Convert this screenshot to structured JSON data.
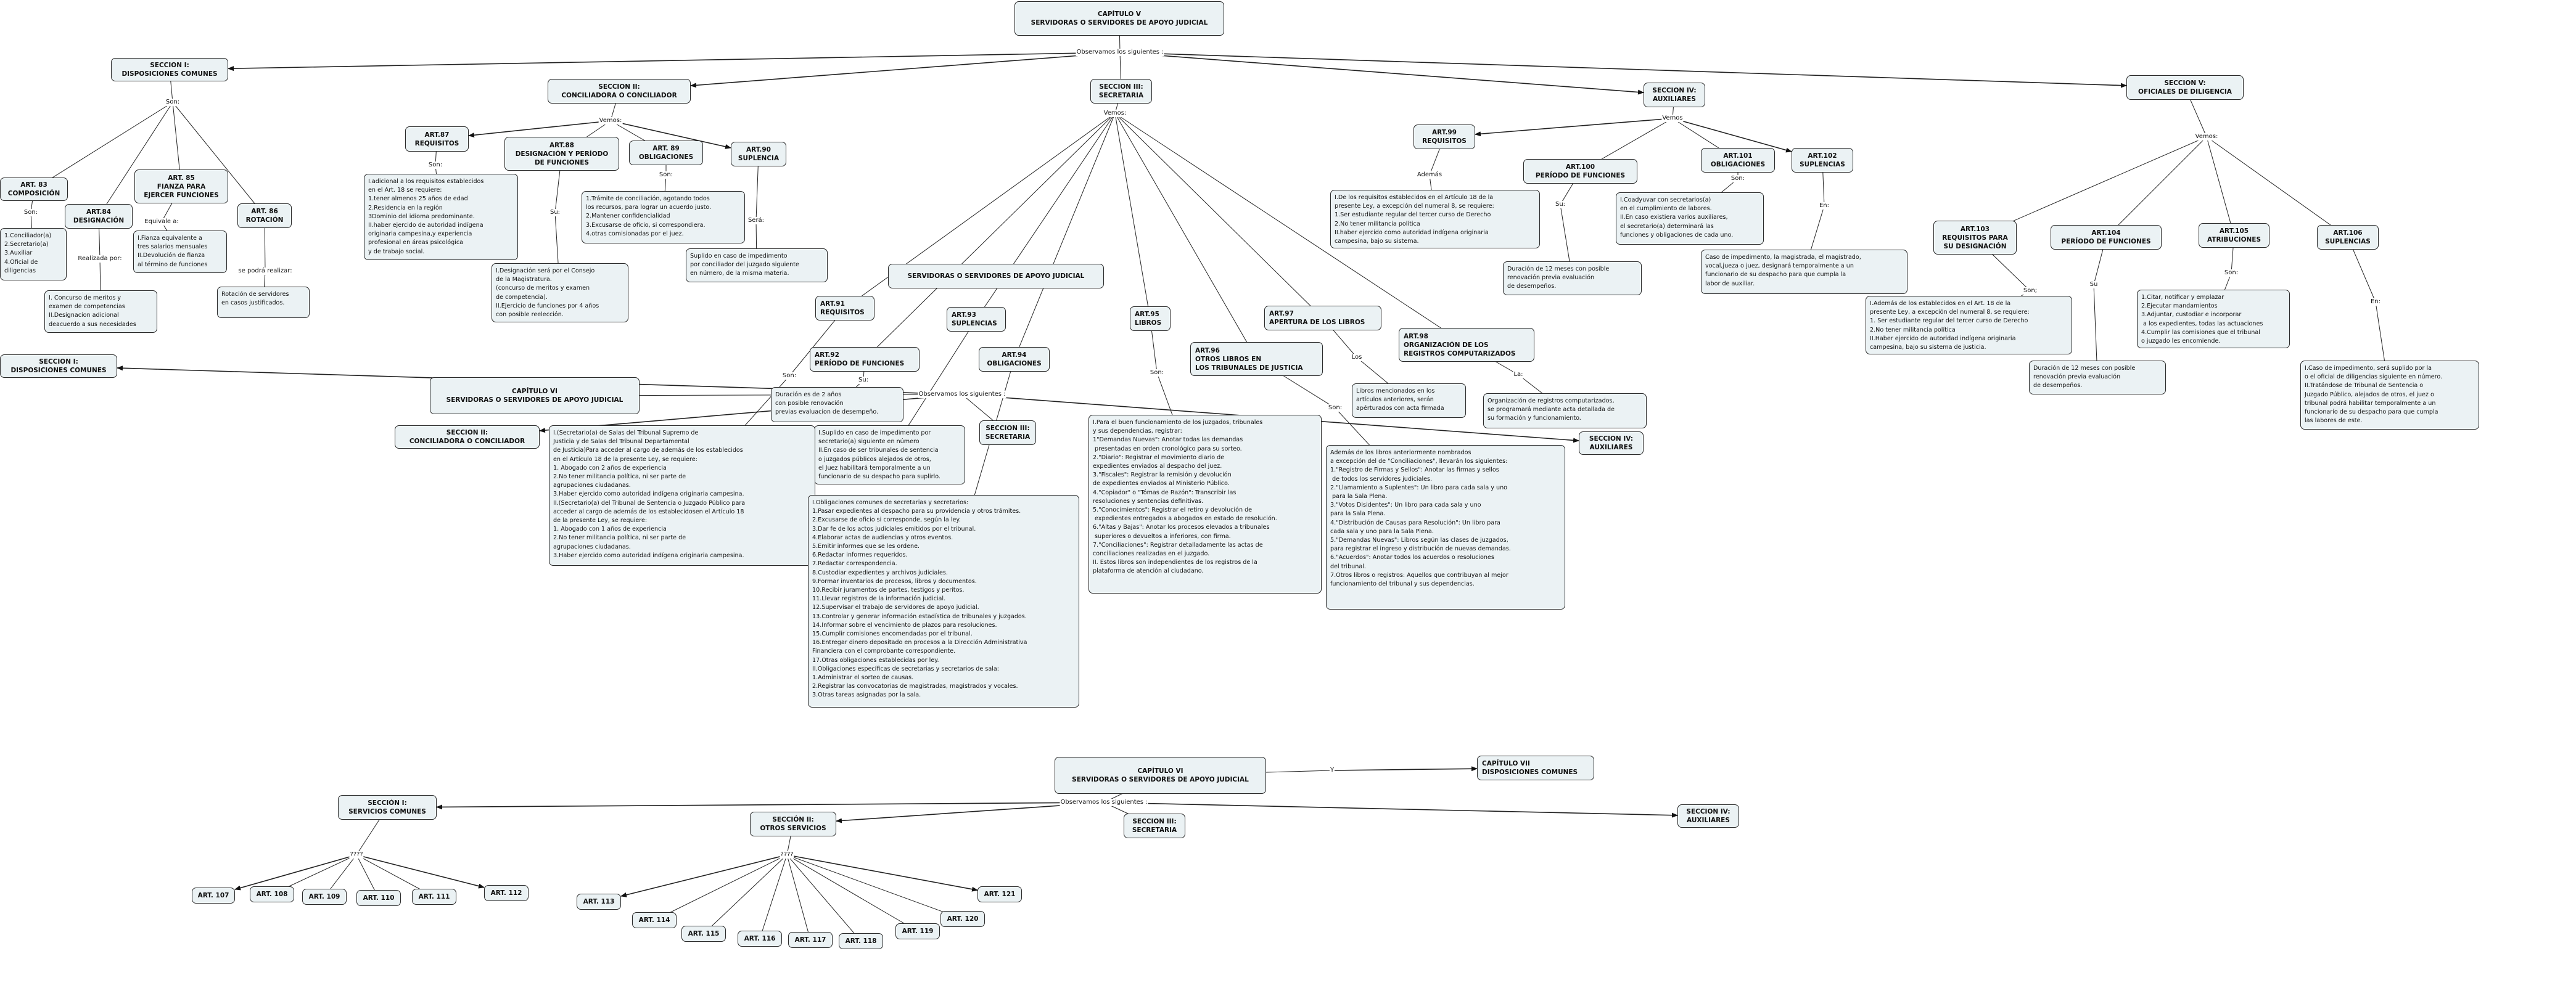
{
  "nodes": {
    "cap5": "CAPÍTULO V\nSERVIDORAS O SERVIDORES DE APOYO JUDICIAL",
    "s1": "SECCION I:\nDISPOSICIONES COMUNES",
    "art83": "ART. 83\nCOMPOSICIÓN",
    "art84": "ART.84\nDESIGNACIÓN",
    "art85": "ART. 85\nFIANZA PARA\nEJERCER FUNCIONES",
    "art86": "ART. 86\nROTACIÓN",
    "b83": "1.Conciliador(a)\n2.Secretario(a)\n3.Auxiliar\n4.Oficial de\ndiligencias",
    "b84": "I. Concurso de meritos y\nexamen de competencias\nII.Designacion adicional\ndeacuerdo a sus necesidades",
    "b85": "I.Fianza equivalente a\ntres salarios mensuales\nII.Devolución de fianza\nal término de funciones",
    "b86": "Rotación de servidores\nen casos justificados.",
    "s2": "SECCION II:\nCONCILIADORA O CONCILIADOR",
    "art87": "ART.87\nREQUISITOS",
    "art88": "ART.88\nDESIGNACIÓN Y PERÍODO\nDE FUNCIONES",
    "art89": "ART. 89\nOBLIGACIONES",
    "art90": "ART.90\nSUPLENCIA",
    "b87": "I.adicional a los requisitos establecidos\nen el Art. 18 se requiere:\n1.tener almenos 25 años de edad\n2.Residencia en la región\n3Dominio del idioma predominante.\nII.haber ejercido de autoridad indígena\noriginaria campesina,y experiencia\nprofesional en áreas psicológica\ny de trabajo social.",
    "b88": "I.Designación será por el Consejo\nde la Magistratura.\n(concurso de meritos y examen\nde competencia).\nII.Ejercicio de funciones por 4 años\ncon posible reelección.",
    "b89": "1.Trámite de conciliación, agotando todos\nlos recursos, para lograr un acuerdo justo.\n2.Mantener confidencialidad\n3.Excusarse de oficio, si correspondiera.\n4.otras comisionadas por el juez.",
    "b90": "Suplido en caso de impedimento\npor conciliador del juzgado siguiente\nen número, de la misma materia.",
    "s3": "SECCION III:\nSECRETARIA",
    "art91": "ART.91\nREQUISITOS",
    "art92": "ART.92\nPERÍODO DE FUNCIONES",
    "art93": "ART.93\nSUPLENCIAS",
    "art94": "ART.94\nOBLIGACIONES",
    "art95": "ART.95\nLIBROS",
    "art96": "ART.96\nOTROS LIBROS EN\nLOS TRIBUNALES DE JUSTICIA",
    "art97": "ART.97\nAPERTURA DE LOS LIBROS",
    "art98": "ART.98\nORGANIZACIÓN DE LOS\nREGISTROS COMPUTARIZADOS",
    "b91": "I.(Secretario(a) de Salas del Tribunal Supremo de\nJusticia y de Salas del Tribunal Departamental\nde Justicia)Para acceder al cargo de además de los establecidos\nen el Artículo 18 de la presente Ley, se requiere:\n1. Abogado con 2 años de experiencia\n2.No tener militancia política, ni ser parte de\nagrupaciones ciudadanas.\n3.Haber ejercido como autoridad indígena originaria campesina.\nII.(Secretario(a) del Tribunal de Sentencia o Juzgado Público para\nacceder al cargo de además de los establecidosen el Artículo 18\nde la presente Ley, se requiere:\n1. Abogado con 1 años de experiencia\n2.No tener militancia política, ni ser parte de\nagrupaciones ciudadanas.\n3.Haber ejercido como autoridad indígena originaria campesina.",
    "b92": "Duración es de 2 años\ncon posible renovación\nprevias evaluacion de desempeño.",
    "b93": "I.Suplido en caso de impedimento por\nsecretario(a) siguiente en número\nII.En caso de ser tribunales de sentencia\no juzgados públicos alejados de otros,\nel Juez habilitará temporalmente a un\nfuncionario de su despacho para suplirlo.",
    "b94": "I.Obligaciones comunes de secretarias y secretarios:\n1.Pasar expedientes al despacho para su providencia y otros trámites.\n2.Excusarse de oficio si corresponde, según la ley.\n3.Dar fe de los actos judiciales emitidos por el tribunal.\n4.Elaborar actas de audiencias y otros eventos.\n5.Emitir informes que se les ordene.\n6.Redactar informes requeridos.\n7.Redactar correspondencia.\n8.Custodiar expedientes y archivos judiciales.\n9.Formar inventarios de procesos, libros y documentos.\n10.Recibir juramentos de partes, testigos y peritos.\n11.Llevar registros de la información judicial.\n12.Supervisar el trabajo de servidores de apoyo judicial.\n13.Controlar y generar información estadística de tribunales y juzgados.\n14.Informar sobre el vencimiento de plazos para resoluciones.\n15.Cumplir comisiones encomendadas por el tribunal.\n16.Entregar dinero depositado en procesos a la Dirección Administrativa\nFinanciera con el comprobante correspondiente.\n17.Otras obligaciones establecidas por ley.\nII.Obligaciones específicas de secretarias y secretarios de sala:\n1.Administrar el sorteo de causas.\n2.Registrar las convocatorias de magistradas, magistrados y vocales.\n3.Otras tareas asignadas por la sala.",
    "b95": "I.Para el buen funcionamiento de los juzgados, tribunales\ny sus dependencias, registrar:\n1\"Demandas Nuevas\": Anotar todas las demandas\n presentadas en orden cronológico para su sorteo.\n2.\"Diario\": Registrar el movimiento diario de\nexpedientes enviados al despacho del juez.\n3.\"Fiscales\": Registrar la remisión y devolución\nde expedientes enviados al Ministerio Público.\n4.\"Copiador\" o \"Tómas de Razón\": Transcribir las\nresoluciones y sentencias definitivas.\n5.\"Conocimientos\": Registrar el retiro y devolución de\n expedientes entregados a abogados en estado de resolución.\n6.\"Altas y Bajas\": Anotar los procesos elevados a tribunales\n superiores o devueltos a inferiores, con firma.\n7.\"Conciliaciones\": Registrar detalladamente las actas de\nconciliaciones realizadas en el juzgado.\nII. Estos libros son independientes de los registros de la\nplataforma de atención al ciudadano.",
    "b96": "Además de los libros anteriormente nombrados\na excepción del de \"Conciliaciones\", llevarán los siguientes:\n1.\"Registro de Firmas y Sellos\": Anotar las firmas y sellos\n de todos los servidores judiciales.\n2.\"Llamamiento a Suplentes\": Un libro para cada sala y uno\n para la Sala Plena.\n3.\"Votos Disidentes\": Un libro para cada sala y uno\npara la Sala Plena.\n4.\"Distribución de Causas para Resolución\": Un libro para\ncada sala y uno para la Sala Plena.\n5.\"Demandas Nuevas\": Libros según las clases de juzgados,\npara registrar el ingreso y distribución de nuevas demandas.\n6.\"Acuerdos\": Anotar todos los acuerdos o resoluciones\ndel tribunal.\n7.Otros libros o registros: Aquellos que contribuyan al mejor\nfuncionamiento del tribunal y sus dependencias.",
    "b97": "Libros mencionados en los\nartículos anteriores, serán\napérturados con acta firmada",
    "b98": "Organización de registros computarizados,\nse programará mediante acta detallada de\nsu formación y funcionamiento.",
    "cap6mid": "CAPÍTULO VI\nSERVIDORAS O SERVIDORES DE APOYO JUDICIAL",
    "cap6over": "SERVIDORAS O SERVIDORES DE APOYO JUDICIAL",
    "s1mid": "SECCION I:\nDISPOSICIONES COMUNES",
    "s2mid": "SECCION II:\nCONCILIADORA O CONCILIADOR",
    "s3mid": "SECCION III:\nSECRETARIA",
    "s4mid": "SECCION IV:\nAUXILIARES",
    "s4": "SECCION IV:\nAUXILIARES",
    "art99": "ART.99\nREQUISITOS",
    "art100": "ART.100\nPERÍODO DE FUNCIONES",
    "art101": "ART.101\nOBLIGACIONES",
    "art102": "ART.102\nSUPLENCIAS",
    "b99": "I.De los requisitos establecidos en el Artículo 18 de la\npresente Ley, a excepción del numeral 8, se requiere:\n1.Ser estudiante regular del tercer curso de Derecho\n2.No tener militancia política\nII.haber ejercido como autoridad indígena originaria\ncampesina, bajo su sistema.",
    "b100": "Duración de 12 meses con posible\nrenovación previa evaluación\nde desempeños.",
    "b101": "I.Coadyuvar con secretarios(a)\nen el cumplimiento de labores.\nII.En caso existiera varios auxiliares,\nel secretario(a) determinará las\nfunciones y obligaciones de cada uno.",
    "b102": "Caso de impedimento, la magistrada, el magistrado,\nvocal,jueza o juez, designará temporalmente a un\nfuncionario de su despacho para que cumpla la\nlabor de auxiliar.",
    "s5": "SECCION V:\nOFICIALES DE DILIGENCIA",
    "art103": "ART.103\nREQUISITOS PARA\nSU DESIGNACIÓN",
    "art104": "ART.104\nPERÍODO DE FUNCIONES",
    "art105": "ART.105\nATRIBUCIONES",
    "art106": "ART.106\nSUPLENCIAS",
    "b103": "I.Además de los establecidos en el Art. 18 de la\npresente Ley, a excepción del numeral 8, se requiere:\n1. Ser estudiante regular del tercer curso de Derecho\n2.No tener militancia política\nII.Haber ejercido de autoridad indígena originaria\ncampesina, bajo su sistema de justicia.",
    "b104": "Duración de 12 meses con posible\nrenovación previa evaluación\nde desempeños.",
    "b105": "1.Citar, notificar y emplazar\n2.Ejecutar mandamientos\n3.Adjuntar, custodiar e incorporar\n a los expedientes, todas las actuaciones\n4.Cumplir las comisiones que el tribunal\no juzgado les encomiende.",
    "b106": "I.Caso de impedimento, será suplido por la\no el oficial de diligencias siguiente en número.\nII.Tratándose de Tribunal de Sentencia o\nJuzgado Público, alejados de otros, el juez o\ntribunal podrá habilitar temporalmente a un\nfuncionario de su despacho para que cumpla\nlas labores de este.",
    "cap6b": "CAPÍTULO VI\nSERVIDORAS O SERVIDORES DE APOYO JUDICIAL",
    "cap7": "CAPÍTULO VII\nDISPOSICIONES COMUNES",
    "s1b": "SECCIÓN I:\nSERVICIOS COMUNES",
    "s2b": "SECCIÓN II:\nOTROS SERVICIOS",
    "s3b": "SECCION III:\nSECRETARIA",
    "s4b": "SECCION IV:\nAUXILIARES",
    "a107": "ART. 107",
    "a108": "ART. 108",
    "a109": "ART. 109",
    "a110": "ART. 110",
    "a111": "ART. 111",
    "a112": "ART. 112",
    "a113": "ART. 113",
    "a114": "ART. 114",
    "a115": "ART. 115",
    "a116": "ART. 116",
    "a117": "ART. 117",
    "a118": "ART. 118",
    "a119": "ART. 119",
    "a120": "ART. 120",
    "a121": "ART. 121"
  },
  "labels": {
    "obsTop": "Observamos los siguientes :",
    "sonS1": "Son:",
    "son83": "Son:",
    "realizada": "Realizada por:",
    "equivale": "Equivale a:",
    "sepodra": "se podrá realizar:",
    "vemos2": "Vemos:",
    "son87": "Son:",
    "su88": "Su:",
    "son89": "Son:",
    "sera": "Será:",
    "vemos3": "Vemos:",
    "son91": "Son:",
    "su92": "Su:",
    "son95": "Son:",
    "son96": "Son:",
    "los": "Los",
    "la": "La:",
    "obsMid": "Observamos los siguientes :",
    "vemos4": "Vemos",
    "ademas": "Además",
    "su100": "Su:",
    "son101": "Son:",
    "en102": "En:",
    "vemos5": "Vemos:",
    "son103": "Son;",
    "su104": "Su",
    "son105": "Son:",
    "en106": "En:",
    "yLabel": "Y",
    "obsB": "Observamos los siguientes :",
    "q1": "????",
    "q2": "????"
  }
}
